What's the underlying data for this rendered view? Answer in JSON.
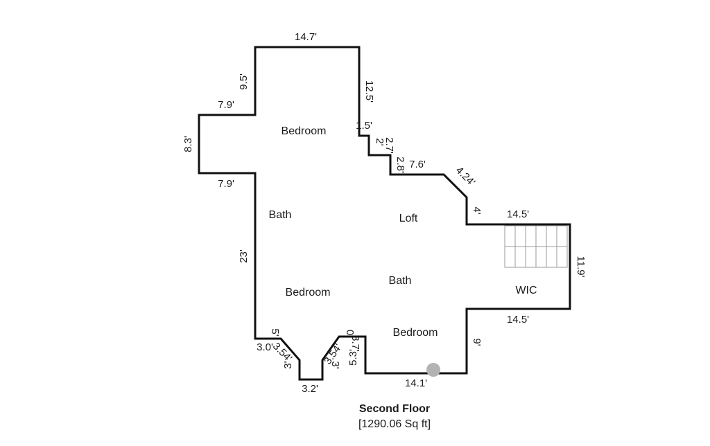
{
  "floor": {
    "title": "Second Floor",
    "area": "[1290.06 Sq ft]"
  },
  "rooms": {
    "bedroom_top": "Bedroom",
    "bath_left": "Bath",
    "loft": "Loft",
    "bedroom_left": "Bedroom",
    "bath_center": "Bath",
    "wic": "WIC",
    "bedroom_bottom": "Bedroom"
  },
  "dimensions": {
    "top_width": "14.7'",
    "left_upper": "9.5'",
    "step_top": "7.9'",
    "bump_height": "8.3'",
    "step_bottom": "7.9'",
    "left_long": "23'",
    "right_upper": "12.5'",
    "notch_a": "1.5'",
    "notch_b": "2'",
    "notch_c": "2.7'",
    "notch_d": "2.8'",
    "mid_width": "7.6'",
    "diagonal_upper": "4.24'",
    "short_vertical": "4'",
    "stair_top": "14.5'",
    "stair_side": "11.9'",
    "stair_bottom": "14.5'",
    "right_lower": "9'",
    "bottom_width": "14.1'",
    "bay_left_a": "3.0'",
    "bay_left_b": "5'",
    "bay_left_diag": "3.54'",
    "bay_left_c": "3'",
    "bay_bottom": "3.2'",
    "bay_right_a": "3'",
    "bay_right_diag": "3.54'",
    "bay_right_b": "0",
    "bay_right_c": "3.7'",
    "bay_right_d": "5.3'"
  },
  "colors": {
    "wall": "#111111",
    "stair_lines": "#9a9a9a",
    "marker": "#b3b3b3"
  }
}
